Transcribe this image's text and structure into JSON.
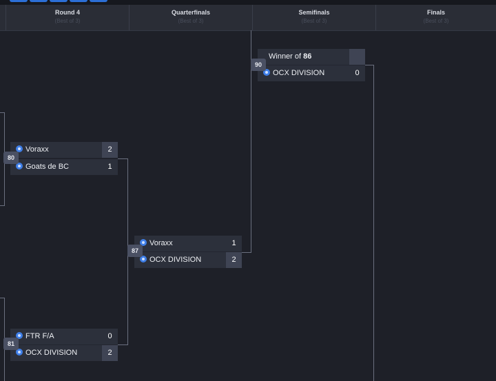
{
  "rounds": [
    {
      "title": "Round 4",
      "subtitle": "(Best of 3)"
    },
    {
      "title": "Quarterfinals",
      "subtitle": "(Best of 3)"
    },
    {
      "title": "Semifinals",
      "subtitle": "(Best of 3)"
    },
    {
      "title": "Finals",
      "subtitle": "(Best of 3)"
    }
  ],
  "matches": {
    "m80": {
      "number": "80",
      "team1": "Voraxx",
      "score1": "2",
      "team2": "Goats de BC",
      "score2": "1"
    },
    "m81": {
      "number": "81",
      "team1": "FTR F/A",
      "score1": "0",
      "team2": "OCX DIVISION",
      "score2": "2"
    },
    "m87": {
      "number": "87",
      "team1": "Voraxx",
      "score1": "1",
      "team2": "OCX DIVISION",
      "score2": "2"
    },
    "m90": {
      "number": "90",
      "placeholder_prefix": "Winner of",
      "placeholder_ref": "86",
      "team2": "OCX DIVISION",
      "score2": "0"
    }
  },
  "colors": {
    "background": "#1e2028",
    "header": "#2a2d36",
    "card": "#2c303b",
    "team_icon": "#3f7fe8",
    "top_buttons": "#2c6fd6"
  },
  "icons": {
    "team": "team-logo-icon"
  }
}
